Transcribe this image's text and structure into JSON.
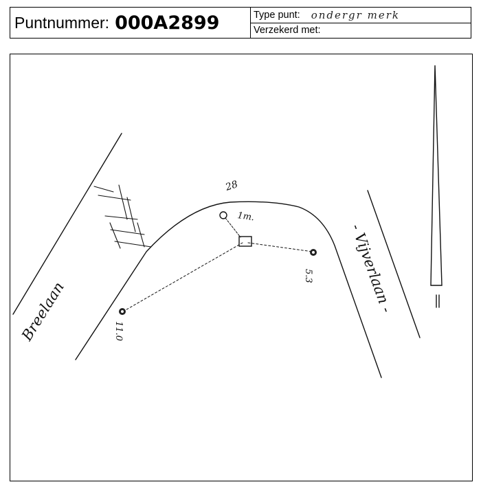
{
  "header": {
    "puntnummer_label": "Puntnummer:",
    "puntnummer_value": "000A2899",
    "type_punt_label": "Type punt:",
    "type_punt_value": "ondergr merk",
    "verzekerd_met_label": "Verzekerd met:",
    "verzekerd_met_value": ""
  },
  "sketch": {
    "street_left": "Breelaan",
    "street_right": "- Vijverlaan -",
    "measure_top": "28",
    "measure_offset": "1m.",
    "measure_right": "5.3",
    "measure_left": "11.0"
  }
}
